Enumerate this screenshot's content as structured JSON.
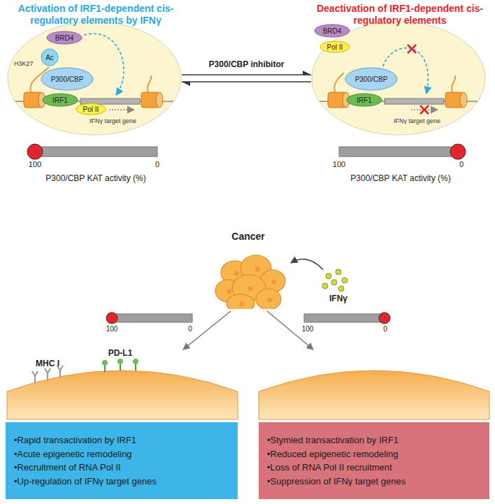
{
  "diagram": {
    "nodes": [
      {
        "text": [
          "H3K27",
          "IFNγ target gene"
        ]
      },
      {
        "text": [
          "BRD4"
        ],
        "in": 0
      },
      {
        "text": [
          "Ac"
        ],
        "in": 0
      },
      {
        "text": [
          "P300/CBP"
        ],
        "in": 0
      },
      {
        "text": [
          "IRF1"
        ],
        "in": 0
      },
      {
        "text": [
          "Pol II"
        ],
        "in": 0
      },
      {
        "text": [
          "IFNγ target gene"
        ]
      },
      {
        "text": [
          "BRD4"
        ],
        "in": 6
      },
      {
        "text": [
          "Pol II"
        ],
        "in": 6
      },
      {
        "text": [
          "P300/CBP"
        ],
        "in": 6
      },
      {
        "text": [
          "IRF1"
        ],
        "in": 6
      },
      {
        "text": [
          "Cancer"
        ]
      },
      {
        "text": [
          "•Rapid transactivation by IRF1",
          "•Acute epigenetic remodeling",
          "•Recruitment of RNA Pol II",
          "•Up-regulation of IFNγ target genes"
        ]
      },
      {
        "text": [
          "•Stymied transactivation by IRF1",
          "•Reduced epigenetic remodeling",
          "•Loss of RNA Pol II recruitment",
          "•Suppression of IFNγ target genes"
        ]
      }
    ],
    "edges": [
      {
        "from": 0,
        "to": 6,
        "arrow": "to",
        "label": "P300/CBP inhibitor"
      },
      {
        "from": 6,
        "to": 0,
        "arrow": "to"
      }
    ],
    "labels": [
      "Activation of IRF1-dependent cis-regulatory elements by IFNγ",
      "Deactivation of IRF1-dependent cis-regulatory elements",
      "100",
      "0",
      "P300/CBP KAT activity (%)",
      "100",
      "0",
      "P300/CBP KAT activity (%)",
      "IFNγ",
      "100",
      "0",
      "100",
      "0",
      "MHC I",
      "PD-L1"
    ]
  }
}
